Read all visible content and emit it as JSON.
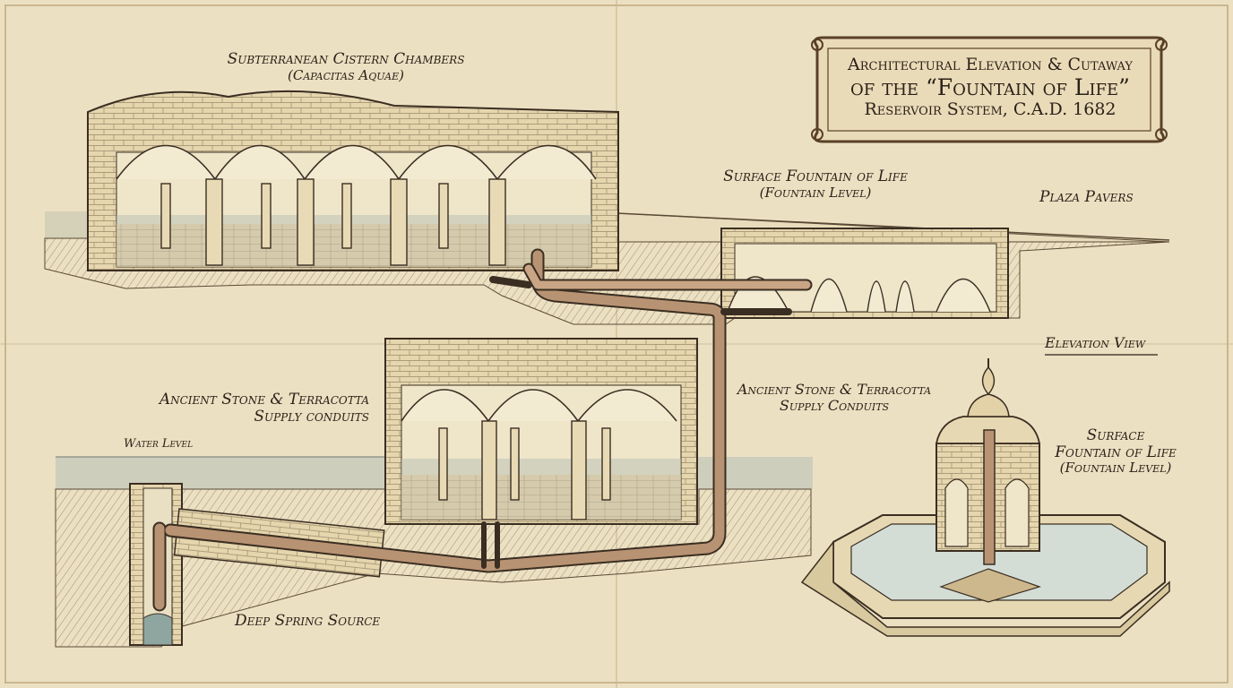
{
  "title": {
    "line1": "Architectural Elevation & Cutaway",
    "line2": "of the “Fountain of Life”",
    "line3": "Reservoir System, C.A.D. 1682"
  },
  "labels": {
    "cistern_title": "Subterranean Cistern Chambers",
    "cistern_sub": "(Capacitas Aquae)",
    "surface_title": "Surface Fountain of Life",
    "surface_sub": "(Fountain Level)",
    "plaza": "Plaza Pavers",
    "elevation_view": "Elevation View",
    "conduits_left_1": "Ancient Stone & Terracotta",
    "conduits_left_2": "Supply conduits",
    "conduits_right_1": "Ancient Stone & Terracotta",
    "conduits_right_2": "Supply Conduits",
    "water_level": "Water Level",
    "fountain_1": "Surface",
    "fountain_2": "Fountain of Life",
    "fountain_3": "(Fountain Level)",
    "spring": "Deep Spring Source"
  },
  "colors": {
    "parchment": "#ece0c2",
    "ink": "#2a2119",
    "stone": "#e3d2a8",
    "water": "#b8c0b4",
    "pipe": "#a8886a"
  }
}
